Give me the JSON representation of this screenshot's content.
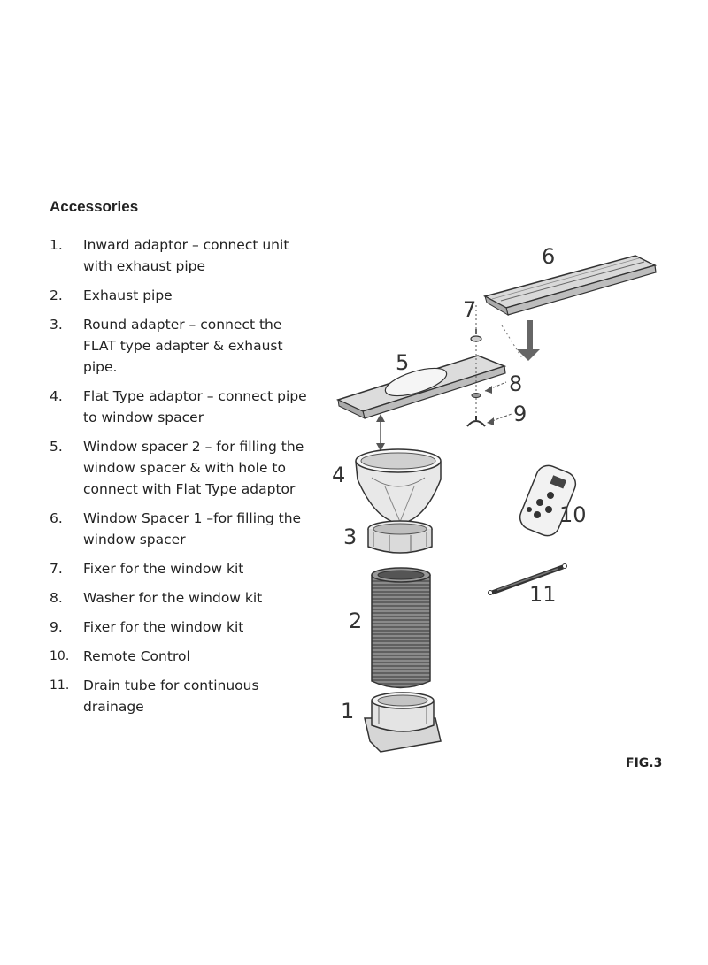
{
  "title": "Accessories",
  "items": [
    {
      "num": "1.",
      "text": "Inward adaptor – connect unit with exhaust pipe"
    },
    {
      "num": "2.",
      "text": "Exhaust pipe"
    },
    {
      "num": "3.",
      "text": "Round adapter – connect the FLAT type adapter & exhaust pipe."
    },
    {
      "num": "4.",
      "text": "Flat Type adaptor – connect pipe to window spacer"
    },
    {
      "num": "5.",
      "text": "Window spacer 2 – for filling the window spacer & with hole to connect with Flat Type adaptor"
    },
    {
      "num": "6.",
      "text": "Window Spacer 1 –for filling the window spacer"
    },
    {
      "num": "7.",
      "text": "Fixer for the window kit"
    },
    {
      "num": "8.",
      "text": "Washer for the window kit"
    },
    {
      "num": "9.",
      "text": "Fixer for the window kit"
    },
    {
      "num": "10.",
      "text": "Remote Control"
    },
    {
      "num": "11.",
      "text": "Drain tube for continuous drainage"
    }
  ],
  "diagram_labels": [
    "1",
    "2",
    "3",
    "4",
    "5",
    "6",
    "7",
    "8",
    "9",
    "10",
    "11"
  ],
  "figure_label": "FIG.3"
}
